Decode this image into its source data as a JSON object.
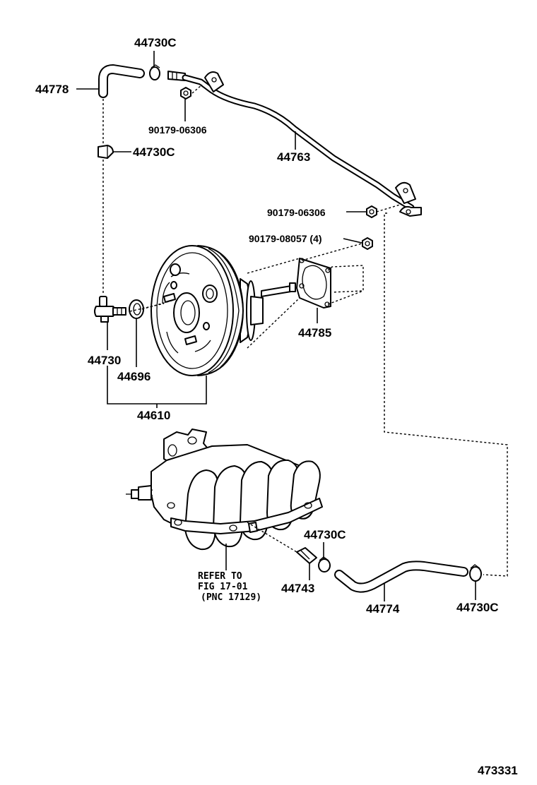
{
  "diagram": {
    "id_number": "473331",
    "labels": {
      "p_44730c_top": "44730C",
      "p_44778": "44778",
      "p_90179_06306_top": "90179-06306",
      "p_44730c_mid": "44730C",
      "p_44763": "44763",
      "p_90179_06306_right": "90179-06306",
      "p_90179_08057": "90179-08057 (4)",
      "p_44785": "44785",
      "p_44730": "44730",
      "p_44696": "44696",
      "p_44610": "44610",
      "p_44730c_lower": "44730C",
      "p_44743": "44743",
      "p_44774": "44774",
      "p_44730c_bottom": "44730C"
    },
    "reference_note": {
      "line1": "REFER TO",
      "line2": "FIG 17-01",
      "line3": "(PNC 17129)"
    }
  }
}
